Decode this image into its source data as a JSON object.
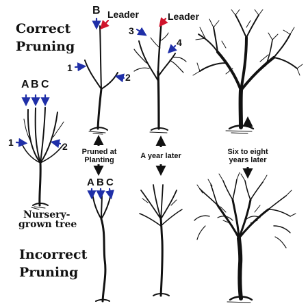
{
  "headings": {
    "correct": [
      "Correct",
      "Pruning"
    ],
    "incorrect": [
      "Incorrect",
      "Pruning"
    ]
  },
  "nursery_caption": [
    "Nursery-",
    "grown tree"
  ],
  "stage_captions": {
    "planting": [
      "Pruned at",
      "Planting"
    ],
    "year": [
      "A year later"
    ],
    "mature": [
      "Six to eight",
      "years later"
    ]
  },
  "letters": {
    "a": "A",
    "b": "B",
    "c": "C",
    "one": "1",
    "two": "2",
    "three": "3",
    "four": "4",
    "leader": "Leader"
  },
  "colors": {
    "ink": "#111111",
    "blue_arrow": "#1f2fa8",
    "red_arrow": "#d0142c"
  }
}
